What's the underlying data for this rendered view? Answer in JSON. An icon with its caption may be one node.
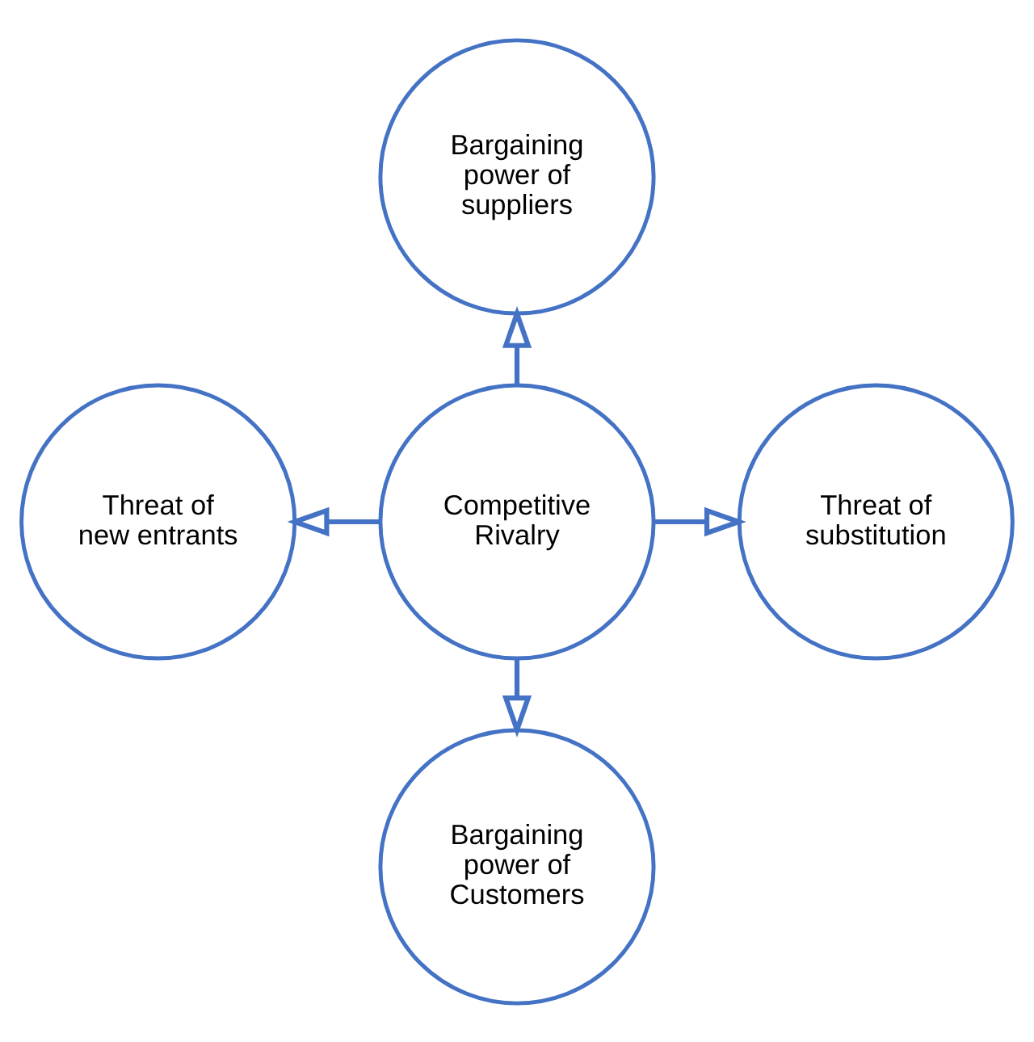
{
  "diagram": {
    "nodes": [
      {
        "text": [
          "Bargaining power of suppliers"
        ]
      },
      {
        "text": [
          "Threat of new entrants"
        ]
      },
      {
        "text": [
          "Competitive Rivalry"
        ]
      },
      {
        "text": [
          "Threat of substitution"
        ]
      },
      {
        "text": [
          "Bargaining power of Customers"
        ]
      }
    ],
    "edges": [
      {
        "from": 2,
        "to": 0,
        "arrow": "to"
      },
      {
        "from": 2,
        "to": 1,
        "arrow": "to"
      },
      {
        "from": 2,
        "to": 3,
        "arrow": "to"
      },
      {
        "from": 2,
        "to": 4,
        "arrow": "to"
      }
    ]
  }
}
